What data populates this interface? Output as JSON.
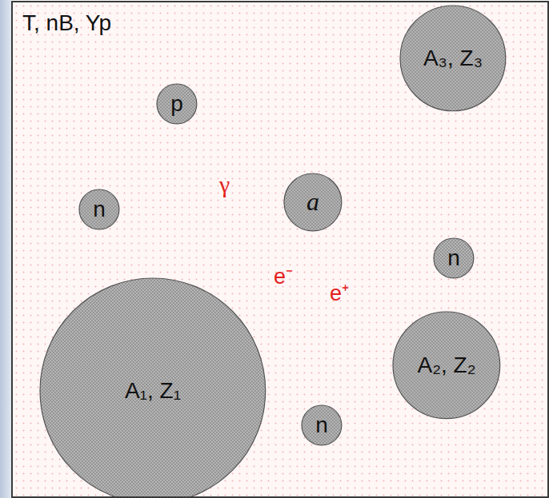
{
  "diagram": {
    "nodes": [
      {
        "text": [
          "A₃, Z₃"
        ]
      },
      {
        "text": [
          "p"
        ]
      },
      {
        "text": [
          "n"
        ]
      },
      {
        "text": [
          "a"
        ]
      },
      {
        "text": [
          "n"
        ]
      },
      {
        "text": [
          "A₂, Z₂"
        ]
      },
      {
        "text": [
          "A₁, Z₁"
        ]
      },
      {
        "text": [
          "n"
        ]
      }
    ],
    "labels": [
      "T, nB, Yp",
      "γ",
      "e⁻",
      "e⁺"
    ]
  }
}
